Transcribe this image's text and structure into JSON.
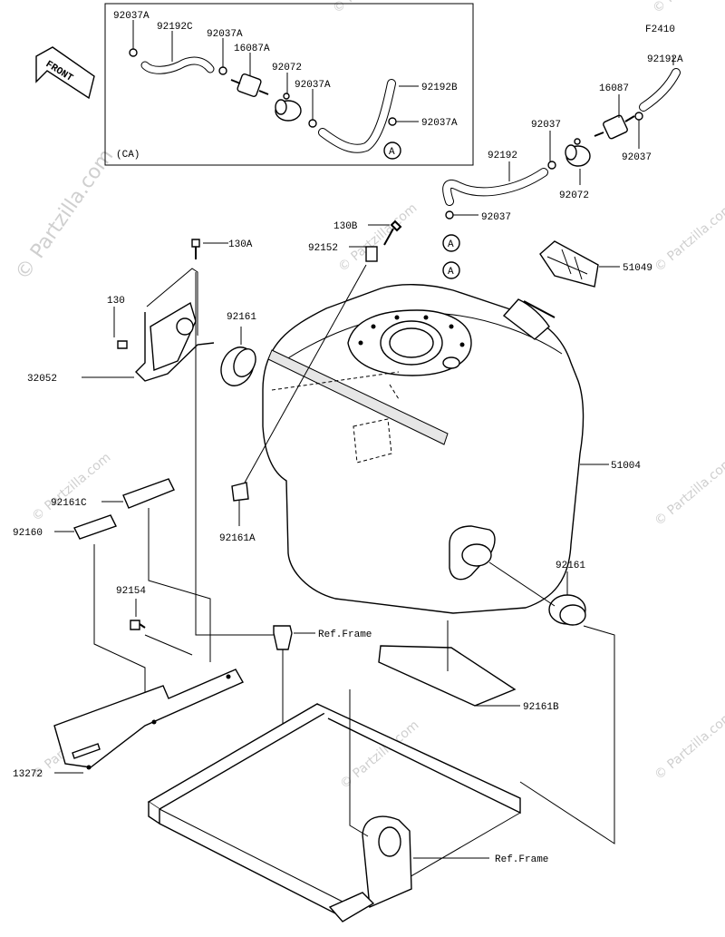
{
  "figure_code": "F2410",
  "inset_label": "(CA)",
  "front_label": "FRONT",
  "watermarks": {
    "big": "© Partzilla.com",
    "small": "© Partzilla.com"
  },
  "callouts": {
    "p92037A_a": "92037A",
    "p92192C": "92192C",
    "p92037A_b": "92037A",
    "p16087A": "16087A",
    "p92072_inset": "92072",
    "p92037A_c": "92037A",
    "p92192B": "92192B",
    "p92037A_d": "92037A",
    "p92192A": "92192A",
    "p16087": "16087",
    "p92037_a": "92037",
    "p92192": "92192",
    "p92037_b": "92037",
    "p92072": "92072",
    "p92037_c": "92037",
    "p130B": "130B",
    "p92152": "92152",
    "p130A": "130A",
    "p51049": "51049",
    "p130": "130",
    "p92161_top": "92161",
    "p32052": "32052",
    "p51004": "51004",
    "p92161C": "92161C",
    "p92160": "92160",
    "p92161A": "92161A",
    "p92161_right": "92161",
    "p92154": "92154",
    "pRefFrame_mid": "Ref.Frame",
    "p92161B": "92161B",
    "p13272": "13272",
    "pRefFrame_bottom": "Ref.Frame"
  },
  "circle_markers": [
    "A",
    "A",
    "A"
  ]
}
